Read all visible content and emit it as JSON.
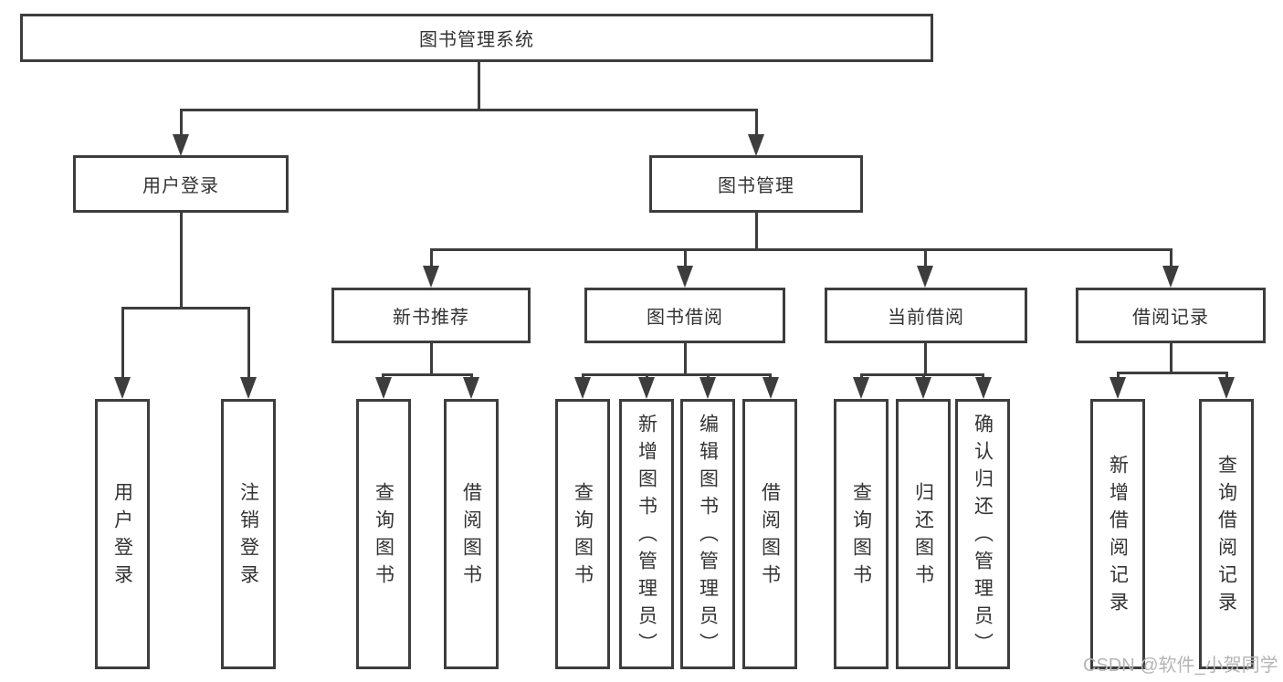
{
  "diagram": {
    "title": "图书管理系统",
    "level1": {
      "user_login": "用户登录",
      "book_management": "图书管理"
    },
    "level2": {
      "new_book_recommend": "新书推荐",
      "book_borrowing": "图书借阅",
      "current_borrowing": "当前借阅",
      "borrowing_records": "借阅记录"
    },
    "leaves": {
      "user_login_children": [
        "用户登录",
        "注销登录"
      ],
      "new_book_recommend_children": [
        "查询图书",
        "借阅图书"
      ],
      "book_borrowing_children": [
        "查询图书",
        "新增图书（管理员）",
        "编辑图书（管理员）",
        "借阅图书"
      ],
      "current_borrowing_children": [
        "查询图书",
        "归还图书",
        "确认归还（管理员）"
      ],
      "borrowing_records_children": [
        "新增借阅记录",
        "查询借阅记录"
      ]
    }
  },
  "watermark": "CSDN @软件_小贺同学",
  "colors": {
    "line": "#3d3d3d",
    "text": "#333333",
    "watermark": "#b5b5b5",
    "background": "#ffffff"
  }
}
